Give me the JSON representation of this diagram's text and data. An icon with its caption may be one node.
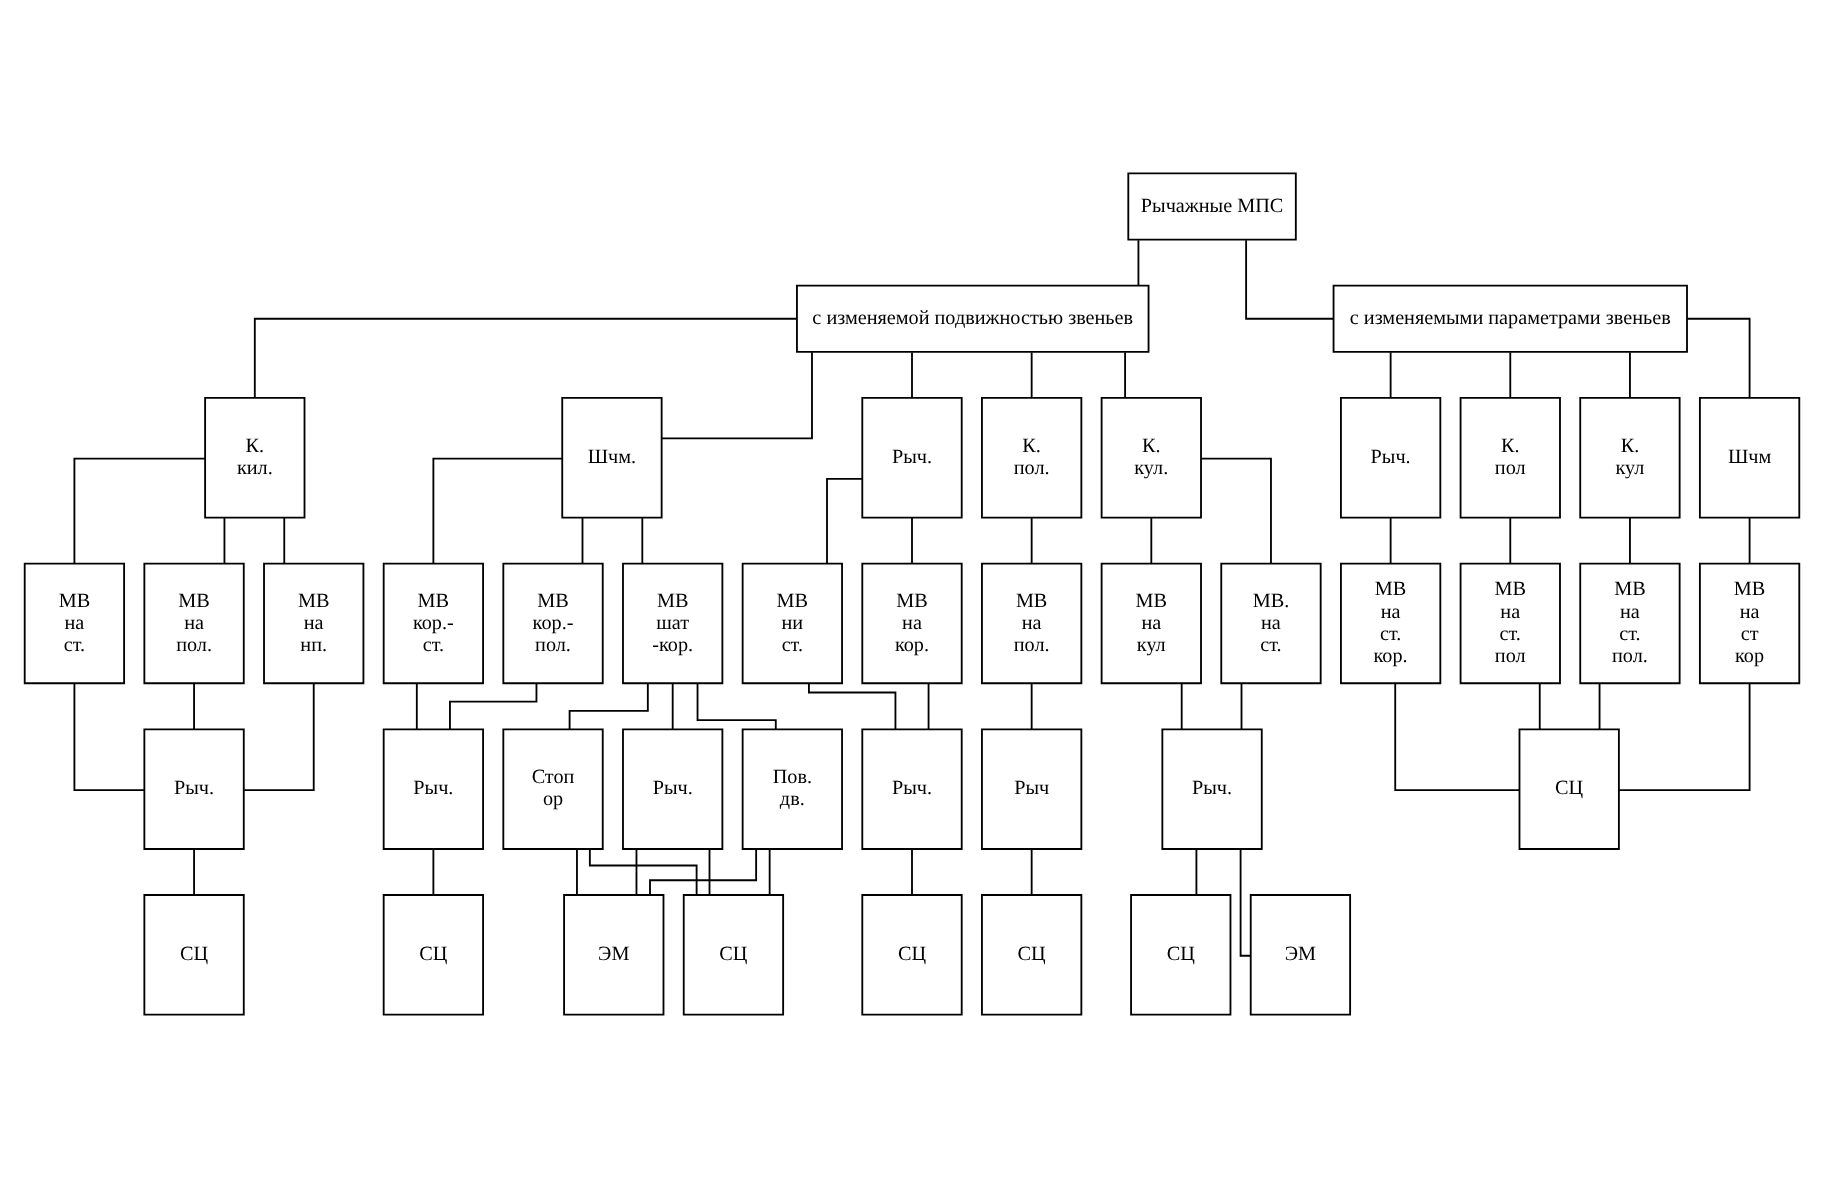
{
  "diagram": {
    "nodes": [
      {
        "text": [
          "Рычажные МПС"
        ]
      },
      {
        "text": [
          "с изменяемой подвижностью звеньев"
        ]
      },
      {
        "text": [
          "с изменяемыми параметрами звеньев"
        ]
      },
      {
        "text": [
          "К. пол."
        ]
      },
      {
        "text": [
          "К. кул."
        ]
      },
      {
        "text": [
          "К. кил."
        ]
      },
      {
        "text": [
          "Шчм."
        ]
      },
      {
        "text": [
          "Рыч."
        ]
      },
      {
        "text": [
          "Рыч."
        ]
      },
      {
        "text": [
          "К. пол"
        ]
      },
      {
        "text": [
          "К. кул"
        ]
      },
      {
        "text": [
          "Шчм"
        ]
      },
      {
        "text": [
          "МВ на пол."
        ]
      },
      {
        "text": [
          "МВ на кул"
        ]
      },
      {
        "text": [
          "МВ. на ст."
        ]
      },
      {
        "text": [
          "МВ на нп."
        ]
      },
      {
        "text": [
          "МВ на ст."
        ]
      },
      {
        "text": [
          "МВ на пол."
        ]
      },
      {
        "text": [
          "МВ шат -кор."
        ]
      },
      {
        "text": [
          "МВ кор.- пол."
        ]
      },
      {
        "text": [
          "МВ кор.- ст."
        ]
      },
      {
        "text": [
          "МВ на кор."
        ]
      },
      {
        "text": [
          "МВ ни ст."
        ]
      },
      {
        "text": [
          "МВ на ст. кор."
        ]
      },
      {
        "text": [
          "МВ на ст. пол"
        ]
      },
      {
        "text": [
          "МВ на ст. пол."
        ]
      },
      {
        "text": [
          "МВ на ст кор"
        ]
      },
      {
        "text": [
          "Рыч"
        ]
      },
      {
        "text": [
          "Рыч."
        ]
      },
      {
        "text": [
          "Рыч."
        ]
      },
      {
        "text": [
          "Рыч."
        ]
      },
      {
        "text": [
          "Пов. дв."
        ]
      },
      {
        "text": [
          "Стоп ор"
        ]
      },
      {
        "text": [
          "Рыч."
        ]
      },
      {
        "text": [
          "Рыч."
        ]
      },
      {
        "text": [
          "СЦ"
        ]
      },
      {
        "text": [
          "СЦ"
        ]
      },
      {
        "text": [
          "СЦ"
        ]
      },
      {
        "text": [
          "ЭМ"
        ]
      },
      {
        "text": [
          "СЦ"
        ]
      },
      {
        "text": [
          "СЦ"
        ]
      },
      {
        "text": [
          "ЭМ"
        ]
      },
      {
        "text": [
          "СЦ"
        ]
      },
      {
        "text": [
          "СЦ"
        ]
      }
    ],
    "edges": [
      {
        "from": 0,
        "to": 1,
        "arrow": "none"
      },
      {
        "from": 0,
        "to": 2,
        "arrow": "none"
      },
      {
        "from": 1,
        "to": 3,
        "arrow": "none"
      },
      {
        "from": 1,
        "to": 4,
        "arrow": "none"
      },
      {
        "from": 1,
        "to": 5,
        "arrow": "none"
      },
      {
        "from": 1,
        "to": 6,
        "arrow": "none"
      },
      {
        "from": 1,
        "to": 7,
        "arrow": "none"
      },
      {
        "from": 2,
        "to": 8,
        "arrow": "none"
      },
      {
        "from": 2,
        "to": 9,
        "arrow": "none"
      },
      {
        "from": 2,
        "to": 10,
        "arrow": "none"
      },
      {
        "from": 2,
        "to": 11,
        "arrow": "none"
      },
      {
        "from": 3,
        "to": 12,
        "arrow": "none"
      },
      {
        "from": 4,
        "to": 13,
        "arrow": "none"
      },
      {
        "from": 4,
        "to": 14,
        "arrow": "none"
      },
      {
        "from": 5,
        "to": 15,
        "arrow": "none"
      },
      {
        "from": 5,
        "to": 16,
        "arrow": "none"
      },
      {
        "from": 5,
        "to": 17,
        "arrow": "none"
      },
      {
        "from": 6,
        "to": 18,
        "arrow": "none"
      },
      {
        "from": 6,
        "to": 19,
        "arrow": "none"
      },
      {
        "from": 6,
        "to": 20,
        "arrow": "none"
      },
      {
        "from": 7,
        "to": 21,
        "arrow": "none"
      },
      {
        "from": 7,
        "to": 22,
        "arrow": "none"
      },
      {
        "from": 8,
        "to": 23,
        "arrow": "none"
      },
      {
        "from": 9,
        "to": 24,
        "arrow": "none"
      },
      {
        "from": 10,
        "to": 25,
        "arrow": "none"
      },
      {
        "from": 11,
        "to": 26,
        "arrow": "none"
      },
      {
        "from": 12,
        "to": 27,
        "arrow": "none"
      },
      {
        "from": 13,
        "to": 28,
        "arrow": "none"
      },
      {
        "from": 14,
        "to": 28,
        "arrow": "none"
      },
      {
        "from": 15,
        "to": 29,
        "arrow": "none"
      },
      {
        "from": 16,
        "to": 29,
        "arrow": "none"
      },
      {
        "from": 17,
        "to": 29,
        "arrow": "none"
      },
      {
        "from": 18,
        "to": 30,
        "arrow": "none"
      },
      {
        "from": 18,
        "to": 31,
        "arrow": "none"
      },
      {
        "from": 18,
        "to": 32,
        "arrow": "none"
      },
      {
        "from": 19,
        "to": 33,
        "arrow": "none"
      },
      {
        "from": 20,
        "to": 33,
        "arrow": "none"
      },
      {
        "from": 21,
        "to": 34,
        "arrow": "none"
      },
      {
        "from": 22,
        "to": 34,
        "arrow": "none"
      },
      {
        "from": 23,
        "to": 35,
        "arrow": "none"
      },
      {
        "from": 24,
        "to": 35,
        "arrow": "none"
      },
      {
        "from": 25,
        "to": 35,
        "arrow": "none"
      },
      {
        "from": 26,
        "to": 35,
        "arrow": "none"
      },
      {
        "from": 27,
        "to": 36,
        "arrow": "none"
      },
      {
        "from": 28,
        "to": 37,
        "arrow": "none"
      },
      {
        "from": 28,
        "to": 38,
        "arrow": "none"
      },
      {
        "from": 29,
        "to": 39,
        "arrow": "none"
      },
      {
        "from": 30,
        "to": 40,
        "arrow": "none"
      },
      {
        "from": 31,
        "to": 40,
        "arrow": "none"
      },
      {
        "from": 32,
        "to": 40,
        "arrow": "none"
      },
      {
        "from": 30,
        "to": 41,
        "arrow": "none"
      },
      {
        "from": 31,
        "to": 41,
        "arrow": "none"
      },
      {
        "from": 32,
        "to": 41,
        "arrow": "none"
      },
      {
        "from": 33,
        "to": 42,
        "arrow": "none"
      },
      {
        "from": 34,
        "to": 43,
        "arrow": "none"
      }
    ]
  }
}
